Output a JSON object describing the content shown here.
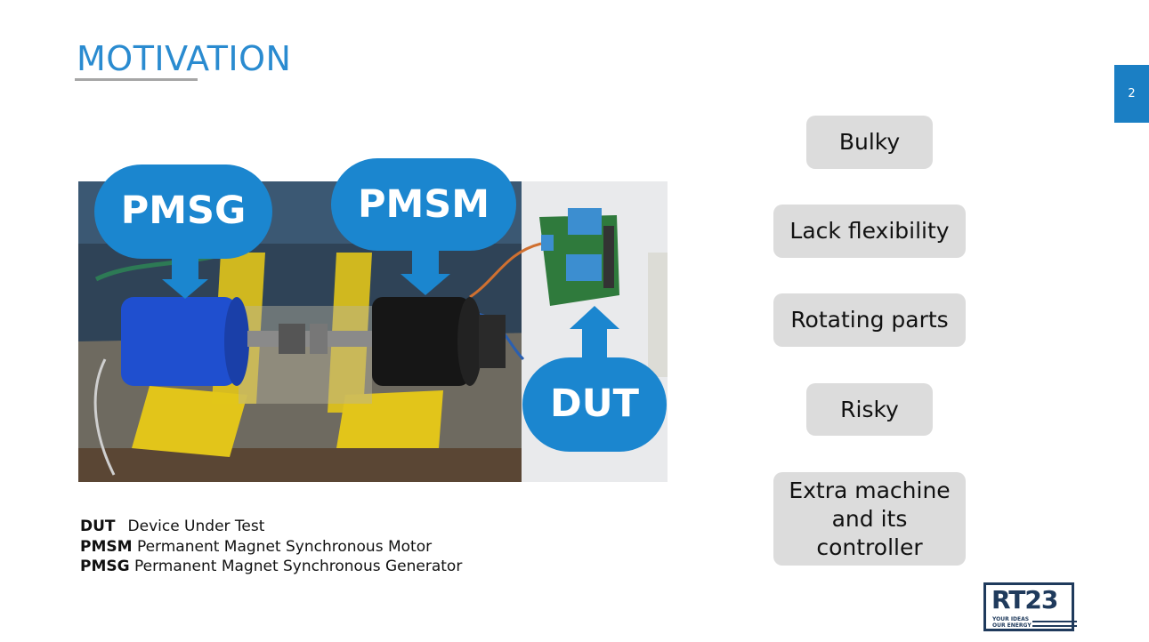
{
  "slide": {
    "title": "MOTIVATION",
    "page_number": "2"
  },
  "photo": {
    "callouts": {
      "pmsg": "PMSG",
      "pmsm": "PMSM",
      "dut": "DUT"
    }
  },
  "legend": [
    {
      "abbr": "DUT",
      "text": "Device Under Test"
    },
    {
      "abbr": "PMSM",
      "text": "Permanent Magnet Synchronous Motor"
    },
    {
      "abbr": "PMSG",
      "text": "Permanent Magnet Synchronous Generator"
    }
  ],
  "issues": [
    {
      "label": "Bulky"
    },
    {
      "label": "Lack flexibility"
    },
    {
      "label": "Rotating parts"
    },
    {
      "label": "Risky"
    },
    {
      "label": "Extra machine and its controller"
    }
  ],
  "logo": {
    "text": "RT23",
    "tagline_1": "YOUR IDEAS",
    "tagline_2": "OUR ENERGY"
  },
  "colors": {
    "accent": "#2a8bd0",
    "callout": "#1b86cf",
    "pill": "#dcdcdc",
    "logo": "#1f3a5c"
  }
}
